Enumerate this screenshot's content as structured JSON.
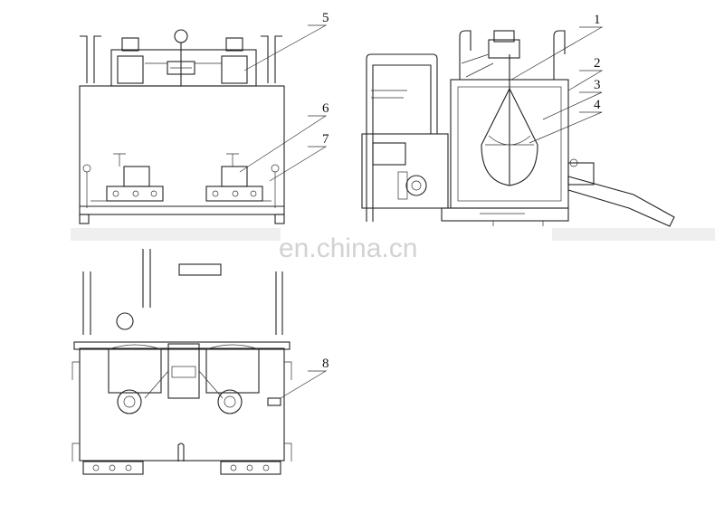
{
  "labels": [
    "1",
    "2",
    "3",
    "4",
    "5",
    "6",
    "7",
    "8"
  ],
  "watermark": "en.china.cn",
  "colors": {
    "line": "#222222",
    "watermark": "#d2d2d2",
    "background": "#ffffff"
  }
}
